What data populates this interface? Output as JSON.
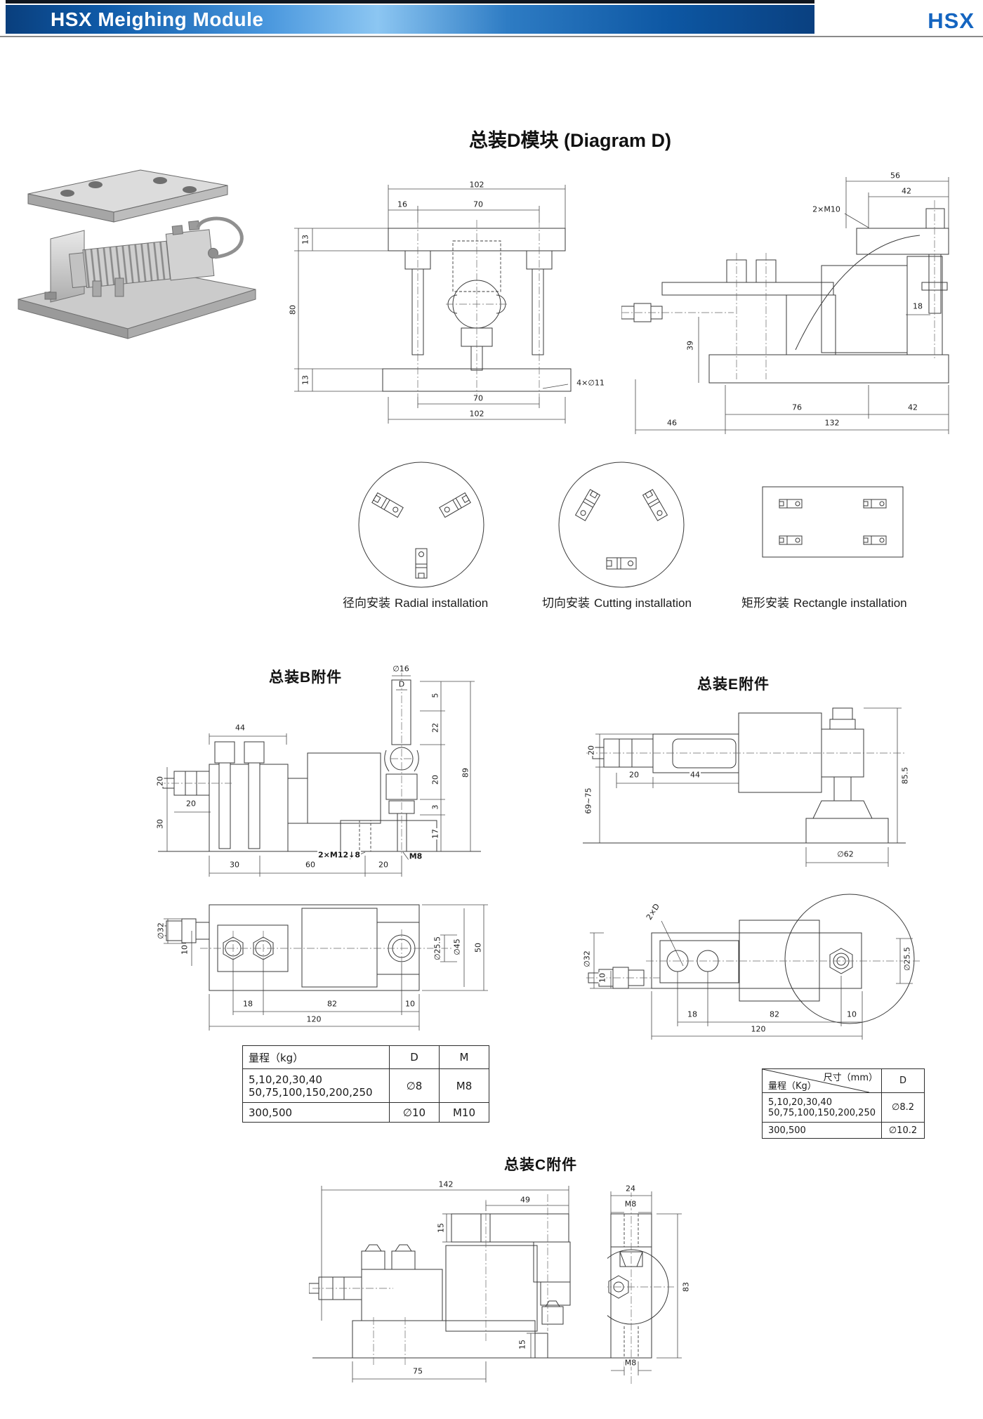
{
  "header": {
    "banner_title": "HSX Meighing Module",
    "logo": "HSX"
  },
  "page_title": "总装D模块 (Diagram D)",
  "fv": {
    "d102t": "102",
    "d16": "16",
    "d70t": "70",
    "d13t": "13",
    "d80": "80",
    "d13b": "13",
    "d70b": "70",
    "d102b": "102",
    "dholes": "4×∅11"
  },
  "sv": {
    "d56": "56",
    "d42t": "42",
    "dm10": "2×M10",
    "d39": "39",
    "d18": "18",
    "d76": "76",
    "d42b": "42",
    "d46": "46",
    "d132": "132"
  },
  "inst": [
    {
      "cn": "径向安装",
      "en": "Radial installation"
    },
    {
      "cn": "切向安装",
      "en": "Cutting installation"
    },
    {
      "cn": "矩形安装",
      "en": "Rectangle installation"
    }
  ],
  "sb": {
    "title": "总装B附件",
    "d16": "∅16",
    "dD": "D",
    "d44": "44",
    "l20": "20",
    "l20h": "20",
    "l30": "30",
    "r5": "5",
    "r22": "22",
    "r20": "20",
    "r3": "3",
    "r17": "17",
    "r89": "89",
    "b30": "30",
    "b60": "60",
    "b20": "20",
    "m12": "2×M12↓8",
    "m8": "M8"
  },
  "se": {
    "title": "总装E附件",
    "l20": "20",
    "l6975": "69~75",
    "b20": "20",
    "b44": "44",
    "r855": "85.5",
    "d62": "∅62"
  },
  "tb": {
    "d32": "∅32",
    "d10": "10",
    "d18": "18",
    "d82": "82",
    "d10b": "10",
    "d120": "120",
    "d255": "∅25.5",
    "d45": "∅45",
    "d50": "50"
  },
  "te": {
    "dd": "2×D",
    "d32": "∅32",
    "d10": "10",
    "d18": "18",
    "d82": "82",
    "d10b": "10",
    "d120": "120",
    "d255": "∅25.5"
  },
  "tl": {
    "c1": "量程（kg）",
    "c2": "D",
    "c3": "M",
    "r1a": "5,10,20,30,40",
    "r1b": "50,75,100,150,200,250",
    "r1d": "∅8",
    "r1m": "M8",
    "r2a": "300,500",
    "r2d": "∅10",
    "r2m": "M10"
  },
  "tr": {
    "h1": "尺寸（mm）",
    "h2": "量程（Kg）",
    "cd": "D",
    "r1a": "5,10,20,30,40",
    "r1b": "50,75,100,150,200,250",
    "r1d": "∅8.2",
    "r2a": "300,500",
    "r2d": "∅10.2"
  },
  "sc": {
    "title": "总装C附件",
    "d142": "142",
    "d49": "49",
    "d15t": "15",
    "d75": "75",
    "d15b": "15",
    "d24": "24",
    "m8t": "M8",
    "d83": "83",
    "m8b": "M8"
  }
}
